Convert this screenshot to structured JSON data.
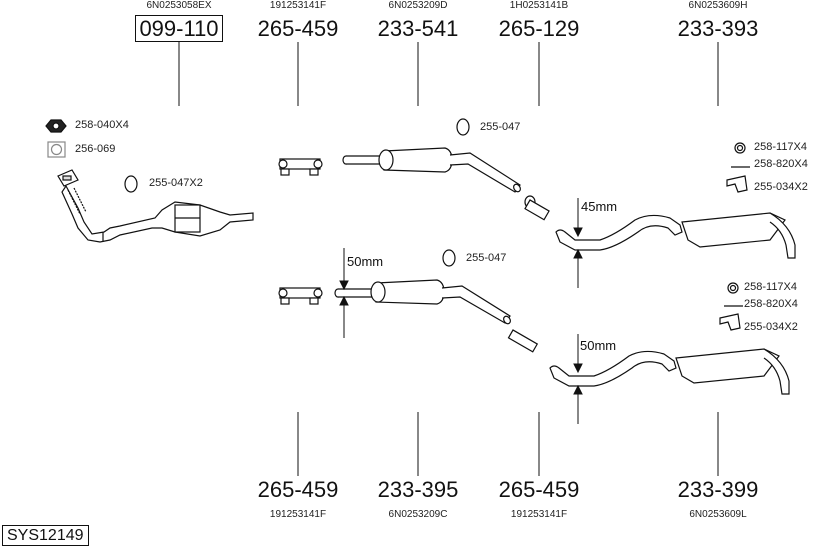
{
  "system_code": "SYS12149",
  "top_parts": [
    {
      "oem": "6N0253058EX",
      "part": "099-110",
      "boxed": true
    },
    {
      "oem": "191253141F",
      "part": "265-459"
    },
    {
      "oem": "6N0253209D",
      "part": "233-541"
    },
    {
      "oem": "1H0253141B",
      "part": "265-129"
    },
    {
      "oem": "6N0253609H",
      "part": "233-393"
    }
  ],
  "bottom_parts": [
    {
      "part": "265-459",
      "oem": "191253141F"
    },
    {
      "part": "233-395",
      "oem": "6N0253209C"
    },
    {
      "part": "265-459",
      "oem": "191253141F"
    },
    {
      "part": "233-399",
      "oem": "6N0253609L"
    }
  ],
  "accessories": {
    "catalyst": [
      {
        "label": "258-040X4",
        "icon": "nut-icon"
      },
      {
        "label": "256-069",
        "icon": "gasket-icon"
      },
      {
        "label": "255-047X2",
        "icon": "rubber-hanger-icon"
      }
    ],
    "middle_upper": [
      {
        "label": "255-047",
        "icon": "rubber-hanger-icon"
      }
    ],
    "middle_lower": [
      {
        "label": "255-047",
        "icon": "rubber-hanger-icon"
      }
    ],
    "rear_upper": [
      {
        "label": "258-117X4",
        "icon": "washer-icon"
      },
      {
        "label": "258-820X4",
        "icon": "bolt-icon"
      },
      {
        "label": "255-034X2",
        "icon": "bracket-icon"
      }
    ],
    "rear_lower": [
      {
        "label": "258-117X4",
        "icon": "washer-icon"
      },
      {
        "label": "258-820X4",
        "icon": "bolt-icon"
      },
      {
        "label": "255-034X2",
        "icon": "bracket-icon"
      }
    ]
  },
  "dimensions": {
    "rear_upper": "45mm",
    "middle_lower": "50mm",
    "rear_lower": "50mm"
  }
}
